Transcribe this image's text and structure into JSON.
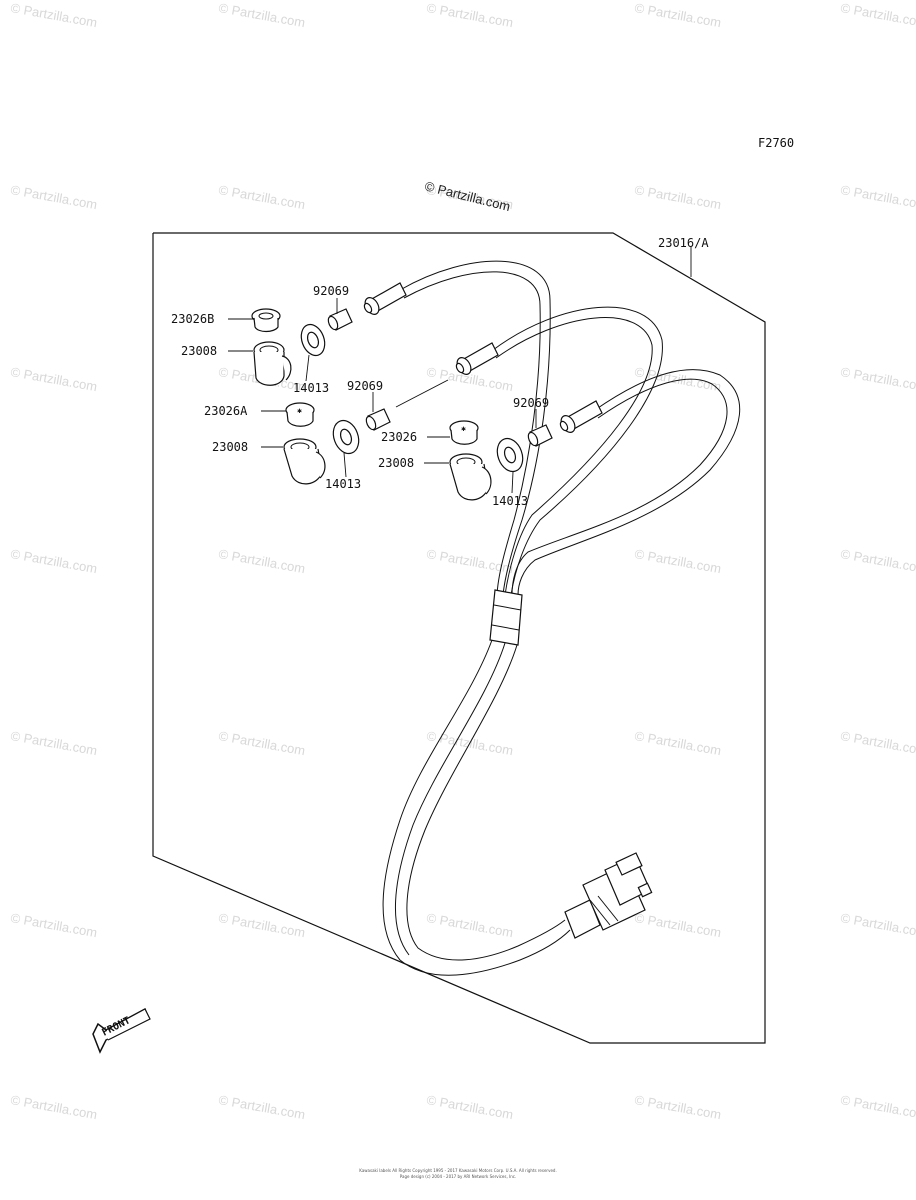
{
  "figure_code": "F2760",
  "brand_mark": "© Partzilla.com",
  "watermark_text": "© Partzilla.com",
  "front_label": "FRONT",
  "footer_lines": [
    "Kawasaki labels All Rights Copyright 1995 - 2017 Kawasaki Motors Corp. U.S.A. All rights reserved.",
    "Page design (c) 2004 - 2017 by ARI Network Services, Inc."
  ],
  "callouts": {
    "harness": "23016/A",
    "socket_92069_1": "92069",
    "cap_23026B": "23026B",
    "holder_23008_1": "23008",
    "grommet_14013_1": "14013",
    "socket_92069_2": "92069",
    "cap_23026A": "23026A",
    "holder_23008_2": "23008",
    "grommet_14013_2": "14013",
    "socket_92069_3": "92069",
    "cap_23026": "23026",
    "holder_23008_3": "23008",
    "grommet_14013_3": "14013"
  }
}
